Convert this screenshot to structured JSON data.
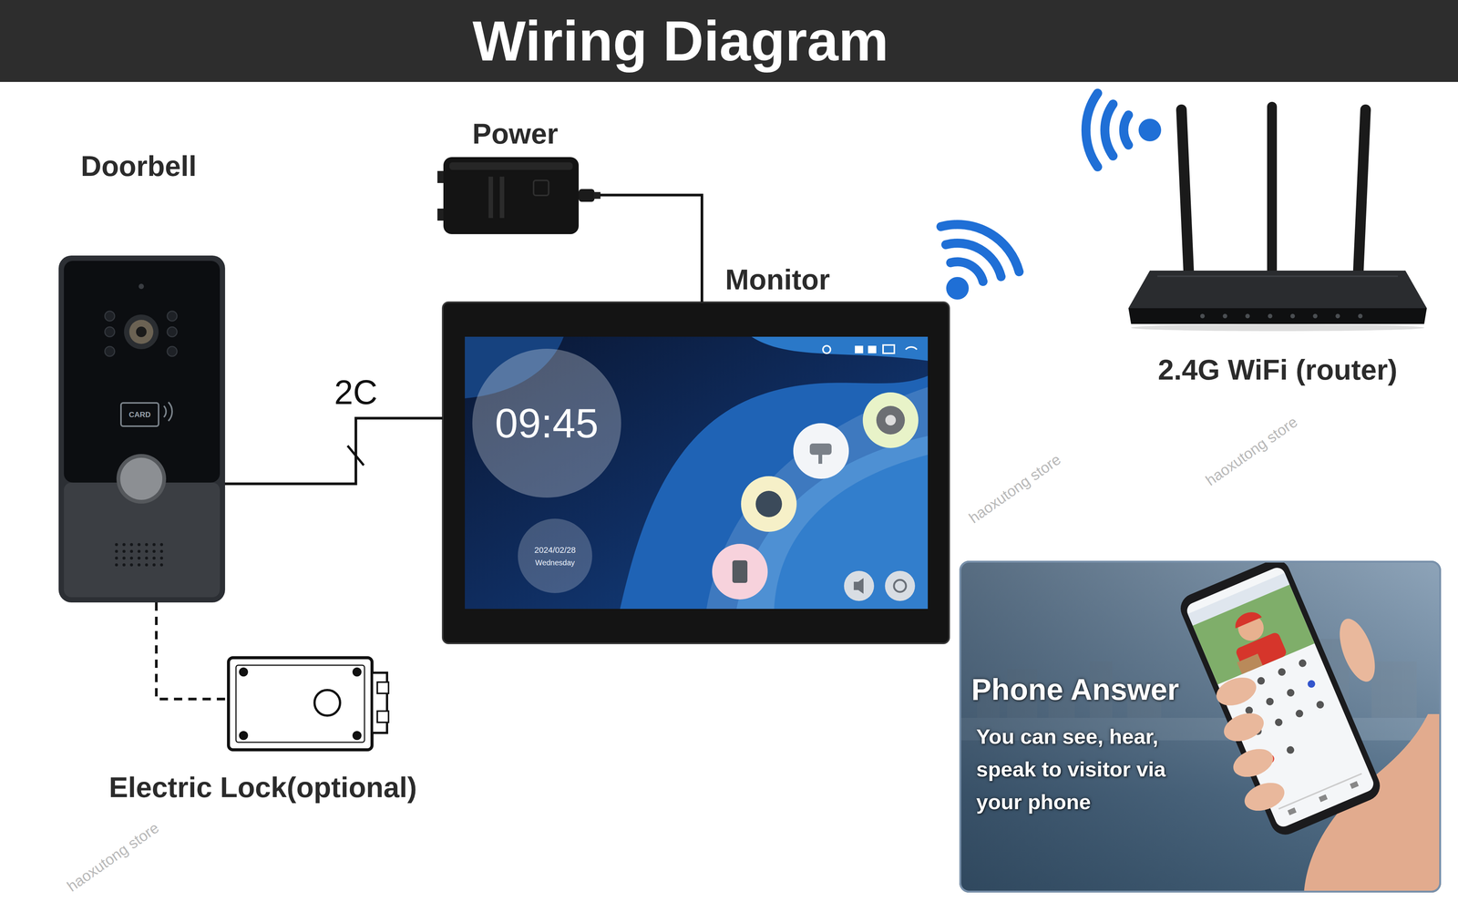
{
  "diagram": {
    "title": "Wiring Diagram",
    "nodes": [
      {
        "text": [
          "Doorbell"
        ]
      },
      {
        "text": [
          "Power"
        ]
      },
      {
        "text": [
          "Monitor"
        ]
      },
      {
        "text": [
          "2.4G WiFi (router)"
        ]
      },
      {
        "text": [
          "Electric Lock(optional)"
        ]
      },
      {
        "text": [
          "Phone Answer",
          "You can see, hear, speak to visitor via your phone"
        ]
      }
    ],
    "edges": [
      {
        "from": 0,
        "to": 2,
        "label": "2C",
        "arrow": "none"
      },
      {
        "from": 1,
        "to": 2,
        "arrow": "none"
      },
      {
        "from": 0,
        "to": 4,
        "arrow": "none"
      }
    ],
    "labels": [
      "CARD",
      "09:45",
      "2024/02/28",
      "Wednesday",
      "haoxutong store",
      "haoxutong store",
      "haoxutong store"
    ]
  }
}
